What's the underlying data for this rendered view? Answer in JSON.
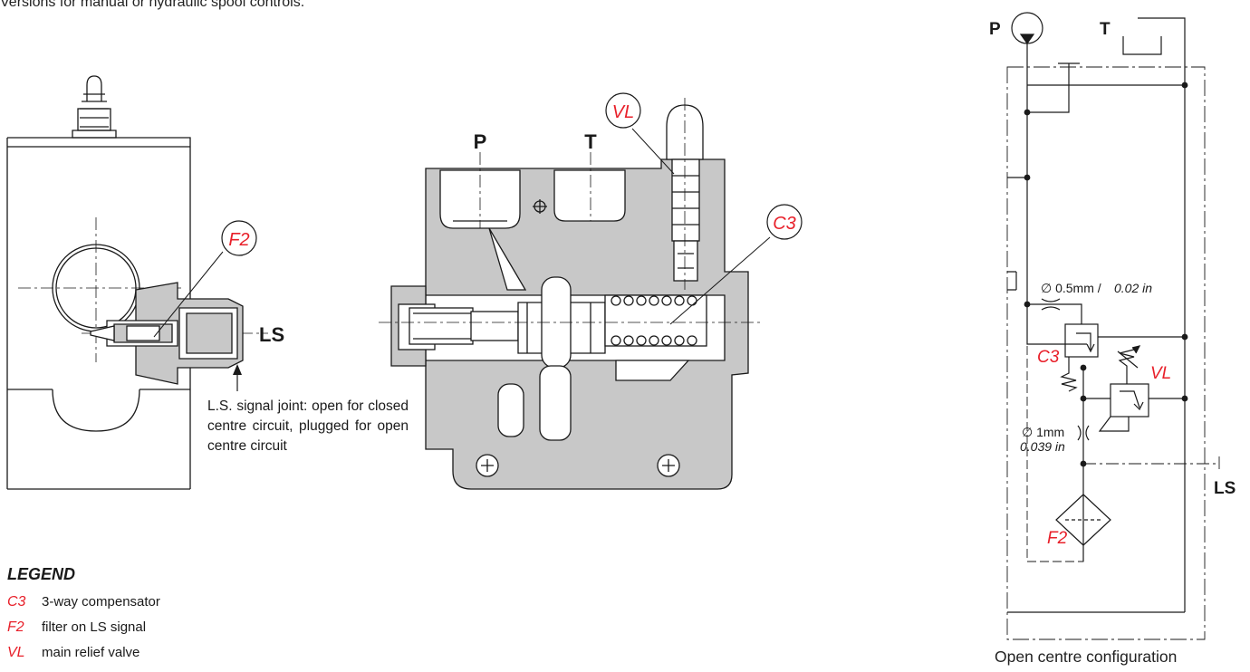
{
  "header_note": "Versions for manual or hydraulic spool controls.",
  "ports": {
    "pressure": "P",
    "tank": "T",
    "load_sensing": "LS"
  },
  "callouts": {
    "filter": "F2",
    "relief_valve": "VL",
    "compensator": "C3"
  },
  "ls_joint_note": "L.S. signal joint: open for closed centre circuit, plugged for open centre circuit",
  "schematic": {
    "orifice_1": {
      "metric": "∅ 0.5mm /",
      "imperial": "0.02 in"
    },
    "orifice_2": {
      "metric": "∅ 1mm",
      "imperial": "0.039 in"
    },
    "caption": "Open centre configuration"
  },
  "legend": {
    "title": "LEGEND",
    "items": [
      {
        "code": "C3",
        "description": "3-way compensator"
      },
      {
        "code": "F2",
        "description": "filter on LS signal"
      },
      {
        "code": "VL",
        "description": "main relief valve"
      }
    ]
  },
  "colors": {
    "callout_red": "#e8202a",
    "section_fill": "#c8c8c8",
    "line": "#1a1a1a"
  }
}
